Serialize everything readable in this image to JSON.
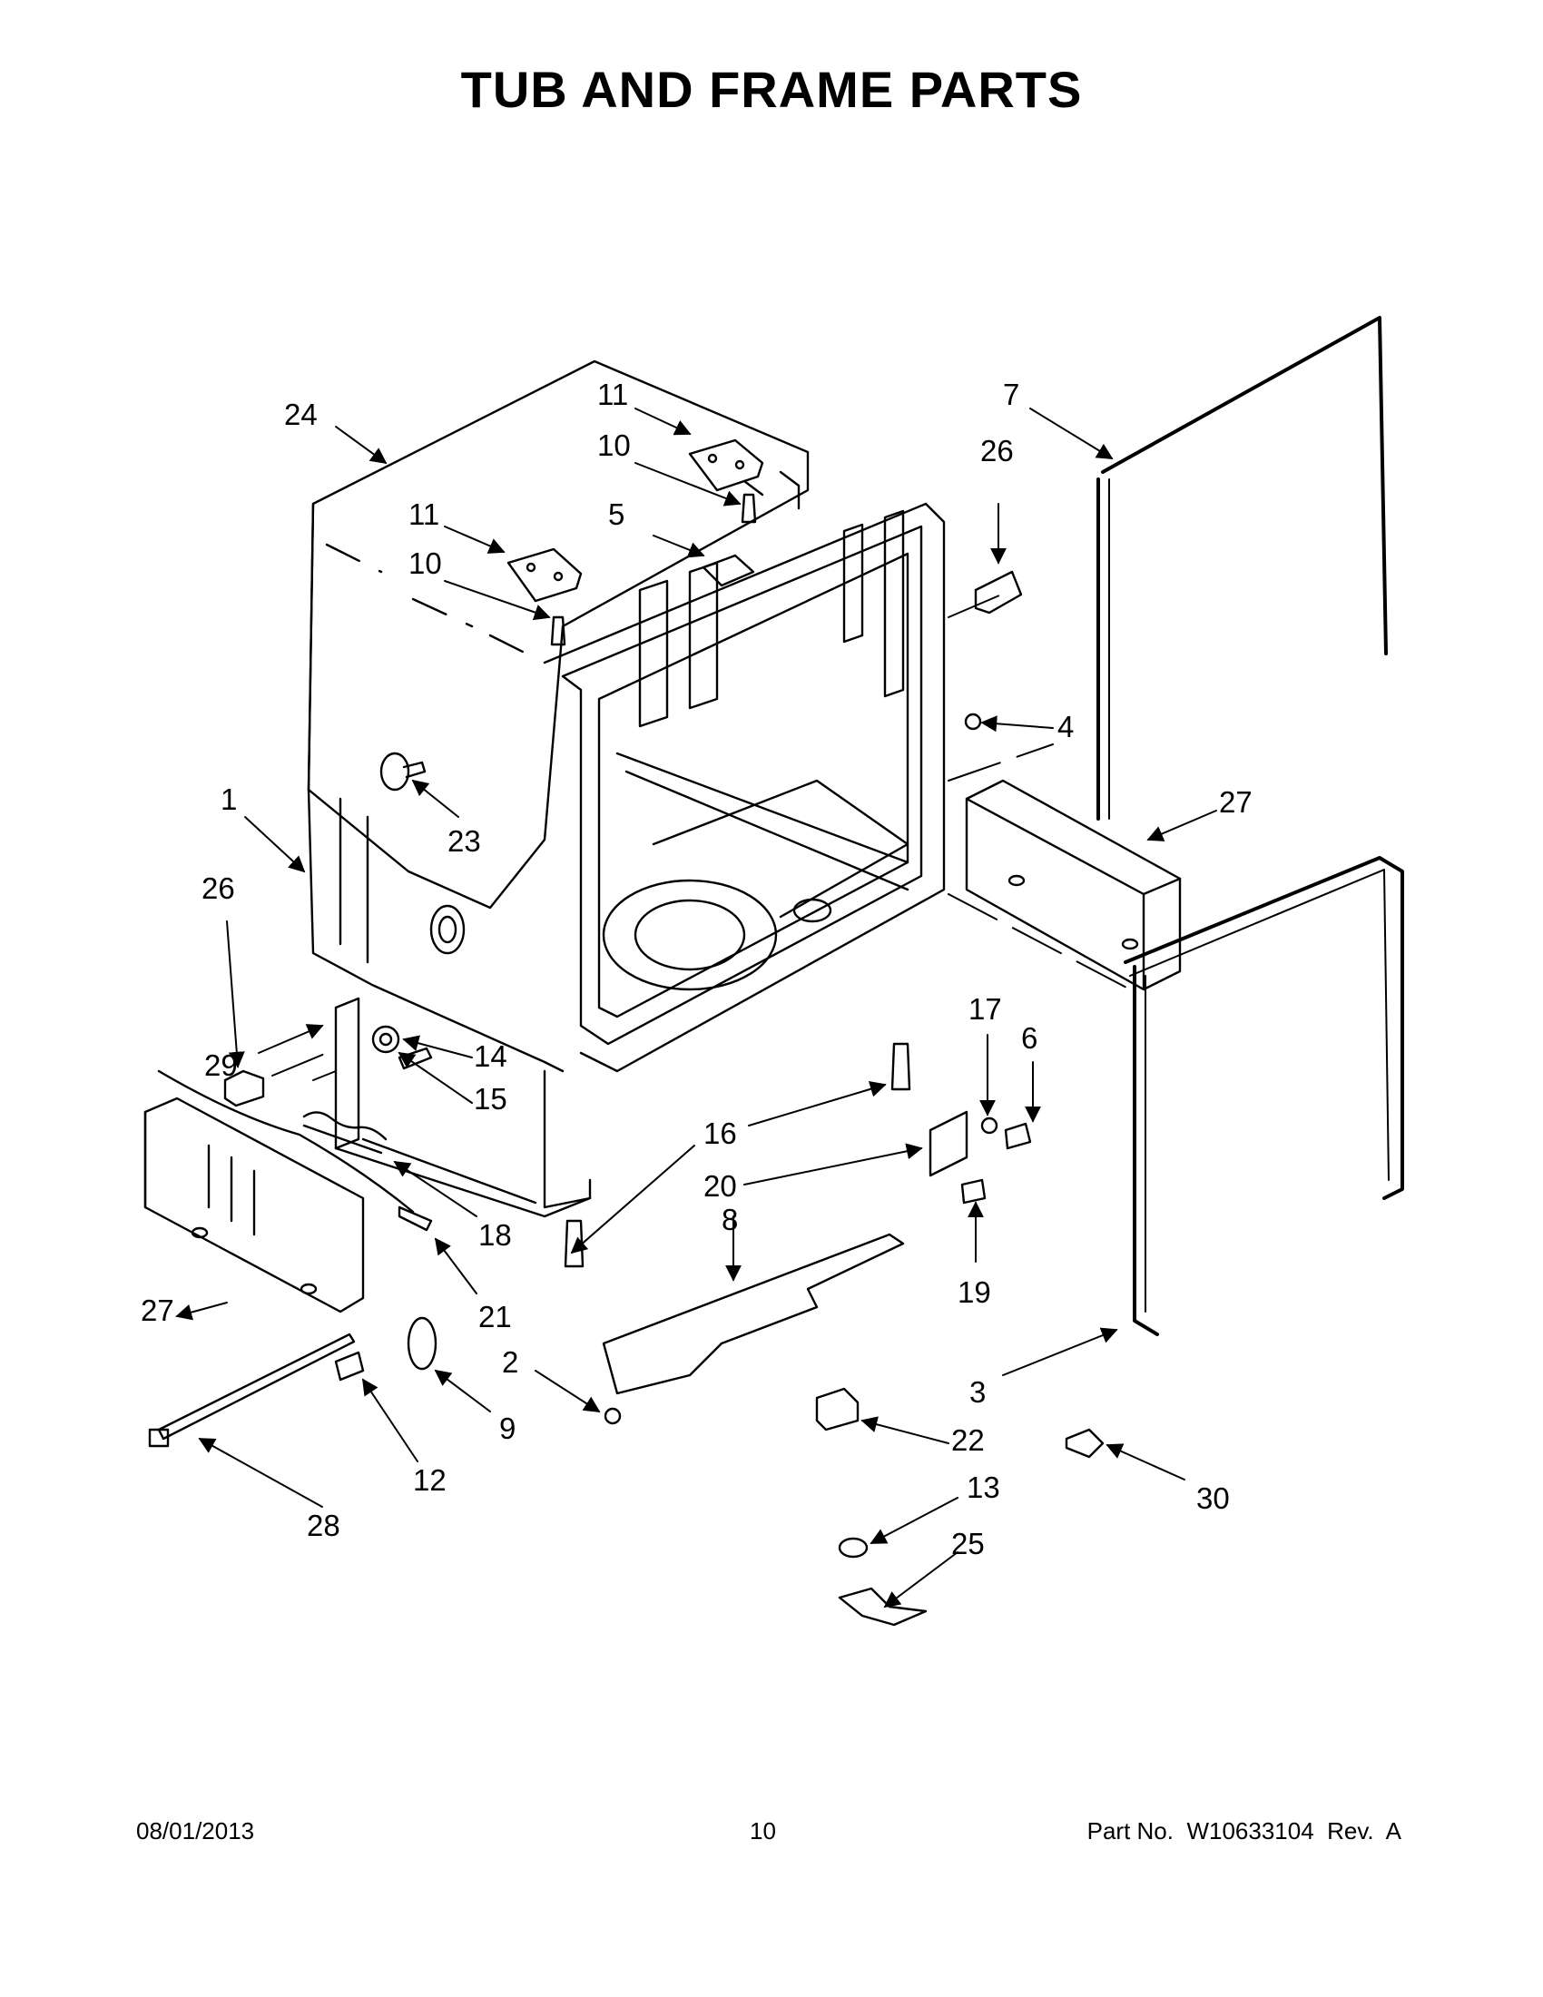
{
  "page": {
    "title": "TUB AND FRAME PARTS"
  },
  "callouts": [
    {
      "num": "24"
    },
    {
      "num": "11"
    },
    {
      "num": "10"
    },
    {
      "num": "5"
    },
    {
      "num": "11"
    },
    {
      "num": "10"
    },
    {
      "num": "7"
    },
    {
      "num": "26"
    },
    {
      "num": "4"
    },
    {
      "num": "1"
    },
    {
      "num": "23"
    },
    {
      "num": "27"
    },
    {
      "num": "26"
    },
    {
      "num": "29"
    },
    {
      "num": "14"
    },
    {
      "num": "15"
    },
    {
      "num": "17"
    },
    {
      "num": "6"
    },
    {
      "num": "16"
    },
    {
      "num": "20"
    },
    {
      "num": "18"
    },
    {
      "num": "8"
    },
    {
      "num": "19"
    },
    {
      "num": "27"
    },
    {
      "num": "21"
    },
    {
      "num": "2"
    },
    {
      "num": "3"
    },
    {
      "num": "9"
    },
    {
      "num": "22"
    },
    {
      "num": "12"
    },
    {
      "num": "13"
    },
    {
      "num": "30"
    },
    {
      "num": "25"
    },
    {
      "num": "28"
    }
  ],
  "footer": {
    "date": "08/01/2013",
    "page_number": "10",
    "part_number": "Part No.  W10633104  Rev.  A"
  }
}
